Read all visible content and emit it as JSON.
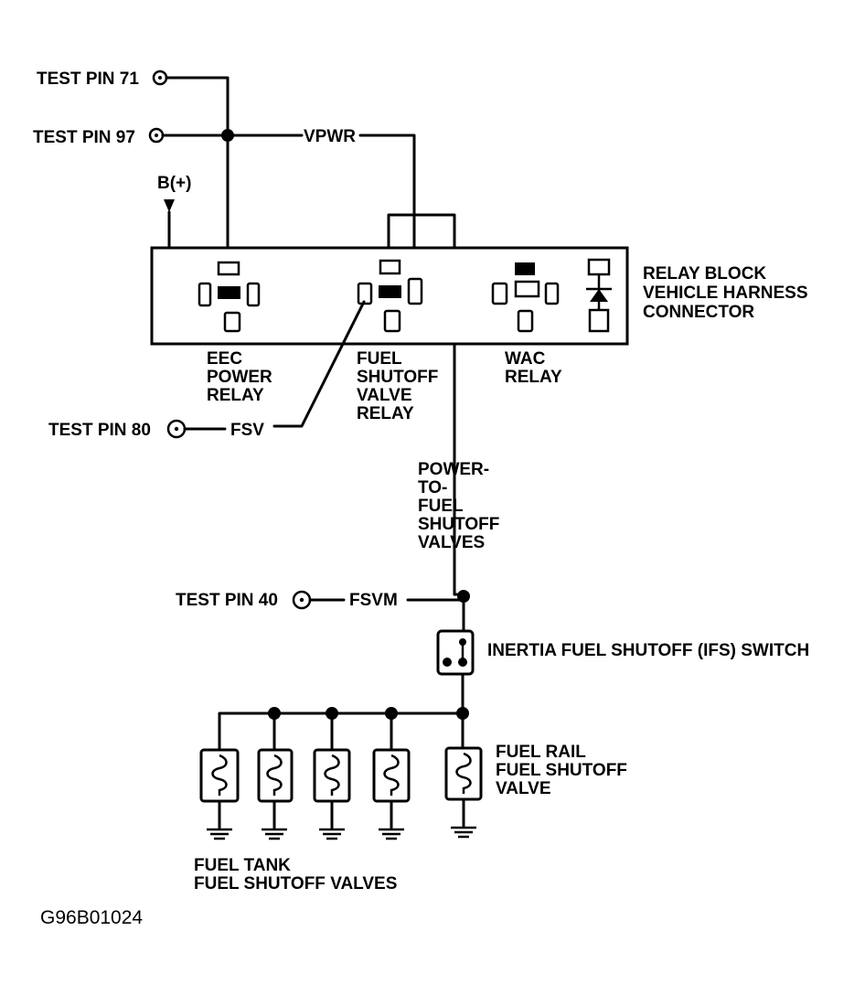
{
  "labels": {
    "test_pin_71": "TEST PIN 71",
    "test_pin_97": "TEST PIN 97",
    "test_pin_80": "TEST PIN 80",
    "test_pin_40": "TEST PIN 40",
    "b_plus": "B(+)",
    "vpwr": "VPWR",
    "fsv": "FSV",
    "fsvm": "FSVM"
  },
  "relay_block": {
    "label_lines": [
      "RELAY BLOCK",
      "VEHICLE HARNESS",
      "CONNECTOR"
    ],
    "eec_relay": [
      "EEC",
      "POWER",
      "RELAY"
    ],
    "fuel_shutoff_relay": [
      "FUEL",
      "SHUTOFF",
      "VALVE",
      "RELAY"
    ],
    "wac_relay": [
      "WAC",
      "RELAY"
    ]
  },
  "power_to_valves": [
    "POWER-",
    "TO-",
    "FUEL",
    "SHUTOFF",
    "VALVES"
  ],
  "inertia_switch": "INERTIA FUEL SHUTOFF (IFS) SWITCH",
  "fuel_rail_valve": [
    "FUEL RAIL",
    "FUEL SHUTOFF",
    "VALVE"
  ],
  "fuel_tank_valves": [
    "FUEL TANK",
    "FUEL SHUTOFF VALVES"
  ],
  "figure_id": "G96B01024"
}
